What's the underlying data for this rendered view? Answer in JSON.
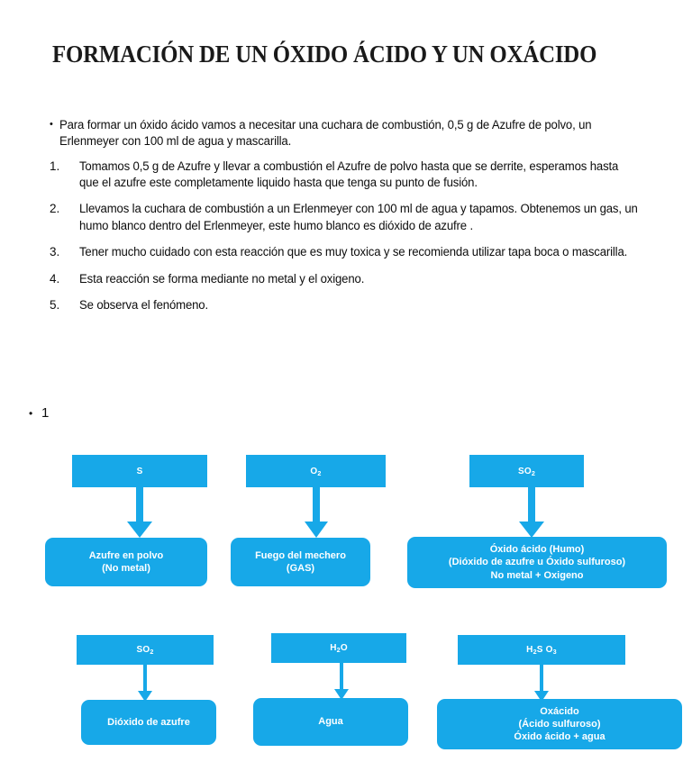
{
  "slide": {
    "title": "FORMACIÓN DE UN ÓXIDO ÁCIDO Y UN OXÁCIDO",
    "section_bullet": {
      "marker": "•",
      "label": "1"
    }
  },
  "content": {
    "items": [
      {
        "marker": "•",
        "type": "bullet",
        "text": "Para formar un óxido ácido vamos a necesitar una cuchara de combustión, 0,5 g de Azufre de polvo, un Erlenmeyer con 100 ml de agua y mascarilla."
      },
      {
        "marker": "1.",
        "type": "numbered",
        "text": "Tomamos 0,5 g de Azufre y llevar a combustión el Azufre de polvo hasta que se derrite, esperamos hasta que el azufre este completamente liquido hasta que tenga su punto de fusión."
      },
      {
        "marker": "2.",
        "type": "numbered",
        "text": "Llevamos la cuchara de combustión a un Erlenmeyer con 100 ml de agua y tapamos. Obtenemos un gas, un humo blanco dentro del Erlenmeyer, este humo blanco es dióxido de azufre ."
      },
      {
        "marker": "3.",
        "type": "numbered",
        "text": "Tener mucho cuidado con esta reacción que es muy toxica y se recomienda utilizar tapa boca o mascarilla."
      },
      {
        "marker": "4.",
        "type": "numbered",
        "text": "Esta reacción se forma mediante no metal y el oxigeno."
      },
      {
        "marker": "5.",
        "type": "numbered",
        "text": "Se observa el fenómeno."
      }
    ]
  },
  "diagram": {
    "accent_color": "#17A8E8",
    "text_color": "#FFFFFF",
    "row1": {
      "col1": {
        "top_label_html": "S",
        "top_label": "S",
        "bottom_lines": [
          "Azufre en polvo",
          "(No metal)"
        ]
      },
      "col2": {
        "top_label_html": "O<sub>2</sub>",
        "top_label": "O2",
        "bottom_lines": [
          "Fuego del mechero",
          "(GAS)"
        ]
      },
      "col3": {
        "top_label_html": "SO<sub>2</sub>",
        "top_label": "SO2",
        "bottom_lines": [
          "Óxido ácido (Humo)",
          "(Dióxido de azufre u Óxido sulfuroso)",
          "No metal + Oxigeno"
        ]
      }
    },
    "row2": {
      "col1": {
        "top_label_html": "SO<sub>2</sub>",
        "top_label": "SO2",
        "bottom_lines": [
          "Dióxido de azufre"
        ]
      },
      "col2": {
        "top_label_html": "H<sub>2</sub>O",
        "top_label": "H2O",
        "bottom_lines": [
          "Agua"
        ]
      },
      "col3": {
        "top_label_html": "H<sub>2</sub>S O<sub>3</sub>",
        "top_label": "H2SO3",
        "bottom_lines": [
          "Oxácido",
          "(Ácido sulfuroso)",
          "Óxido ácido + agua"
        ]
      }
    }
  }
}
